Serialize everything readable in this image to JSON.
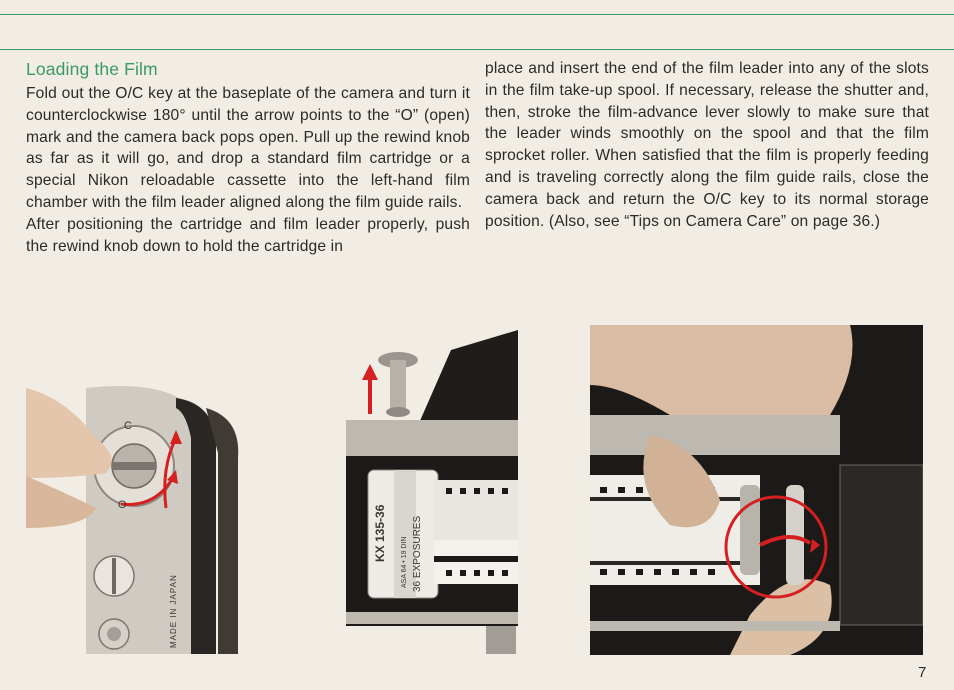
{
  "section": {
    "title": "Loading the Film",
    "left_paragraphs": [
      "Fold out the O/C key at the baseplate of the camera and turn it counterclockwise 180° until the arrow points to the “O” (open) mark and the camera back pops open. Pull up the rewind knob as far as it will go, and drop a standard film cartridge or a special Nikon reloadable cassette into the left-hand film chamber with the film leader aligned along the film guide rails.",
      "After positioning the cartridge and film leader properly, push the rewind knob down to hold the cartridge in"
    ],
    "right_paragraph": "place and insert the end of the film leader into any of the slots in the film take-up spool. If necessary, release the shutter and, then, stroke the film-advance lever slowly to make sure that the leader winds smoothly on the spool and that the film sprocket roller. When satisfied that the film is properly feeding and is traveling correctly along the film guide rails, close the camera back and return the O/C key to its normal storage position. (Also, see “Tips on Camera Care” on page 36.)"
  },
  "figures": {
    "baseplate": {
      "key_mark_c": "C",
      "key_mark_o": "O",
      "imprint": "MADE IN JAPAN"
    },
    "cartridge": {
      "code": "KX 135-36",
      "speed": "ASA 64 • 19 DIN",
      "exposures": "36 EXPOSURES"
    }
  },
  "page_number": "7",
  "colors": {
    "accent": "#3a9a62",
    "arrow": "#d42020",
    "paper": "#f1ede5"
  }
}
